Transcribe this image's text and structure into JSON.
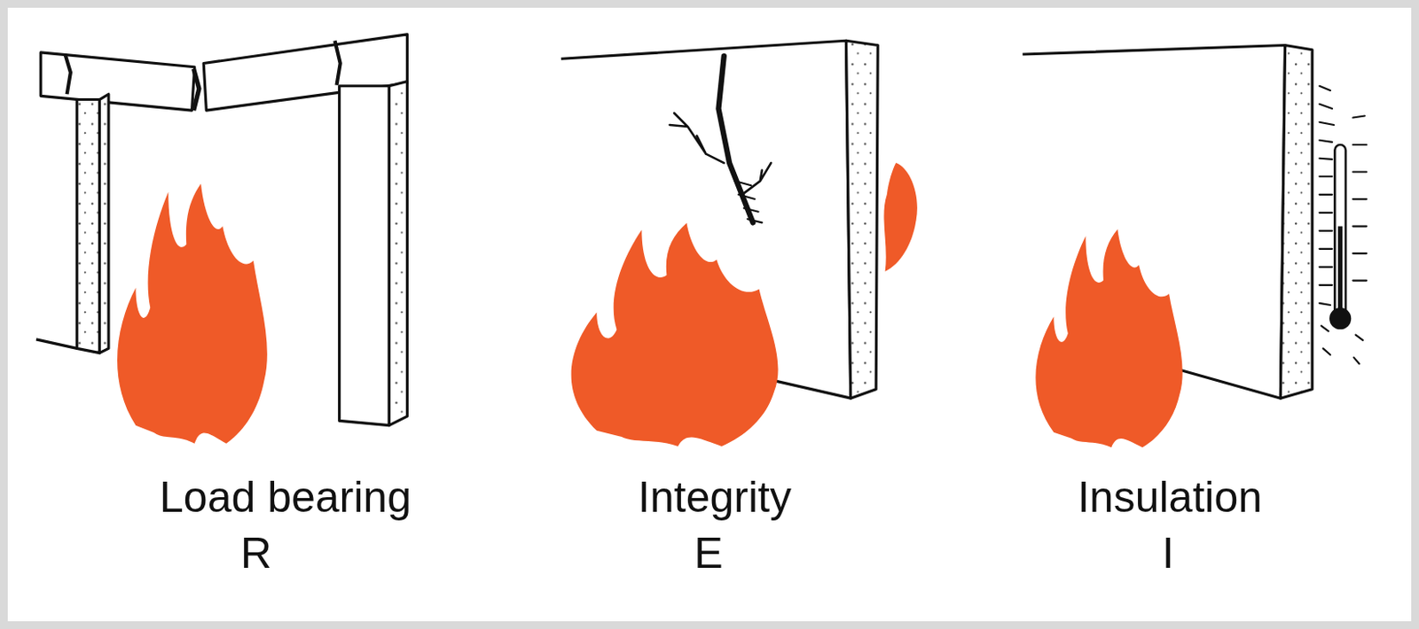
{
  "diagram": {
    "labels": [
      "Load bearing",
      "R",
      "Integrity",
      "E",
      "Insulation",
      "I"
    ]
  }
}
